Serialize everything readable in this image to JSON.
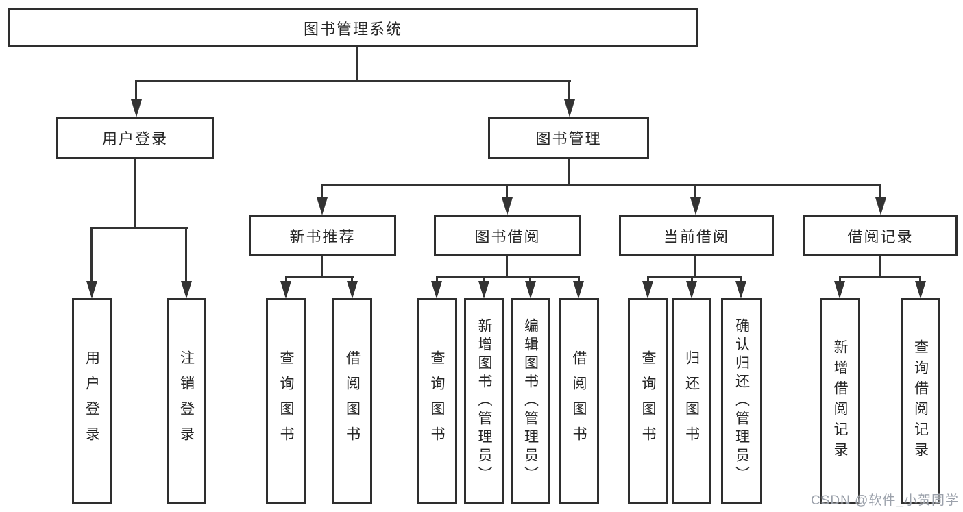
{
  "diagram_title": "图书管理系统",
  "tree": {
    "root": {
      "label": "图书管理系统",
      "children": [
        {
          "label": "用户登录",
          "children": [
            {
              "label": "用户登录"
            },
            {
              "label": "注销登录"
            }
          ]
        },
        {
          "label": "图书管理",
          "children": [
            {
              "label": "新书推荐",
              "children": [
                {
                  "label": "查询图书"
                },
                {
                  "label": "借阅图书"
                }
              ]
            },
            {
              "label": "图书借阅",
              "children": [
                {
                  "label": "查询图书"
                },
                {
                  "label": "新增图书（管理员）"
                },
                {
                  "label": "编辑图书（管理员）"
                },
                {
                  "label": "借阅图书"
                }
              ]
            },
            {
              "label": "当前借阅",
              "children": [
                {
                  "label": "查询图书"
                },
                {
                  "label": "归还图书"
                },
                {
                  "label": "确认归还（管理员）"
                }
              ]
            },
            {
              "label": "借阅记录",
              "children": [
                {
                  "label": "新增借阅记录"
                },
                {
                  "label": "查询借阅记录"
                }
              ]
            }
          ]
        }
      ]
    }
  },
  "watermark": "CSDN @软件_小贺同学",
  "colors": {
    "background": "#ffffff",
    "box_border": "#2e2e2e",
    "connector_line": "#333333",
    "text": "#262626",
    "watermark_text": "#9ba1ab"
  }
}
